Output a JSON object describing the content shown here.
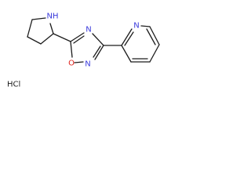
{
  "molecule": {
    "atoms": {
      "pyrrolidine_nh": "NH",
      "oxadiazole_n4": "N",
      "oxadiazole_o1": "O",
      "oxadiazole_n2": "N",
      "pyridine_n": "N"
    },
    "salt_label": "HCl"
  },
  "colors": {
    "bond": "#1c1c1c",
    "carbon_text": "#1c1c1c",
    "nitrogen": "#3b3bdc",
    "oxygen": "#e0211b"
  }
}
